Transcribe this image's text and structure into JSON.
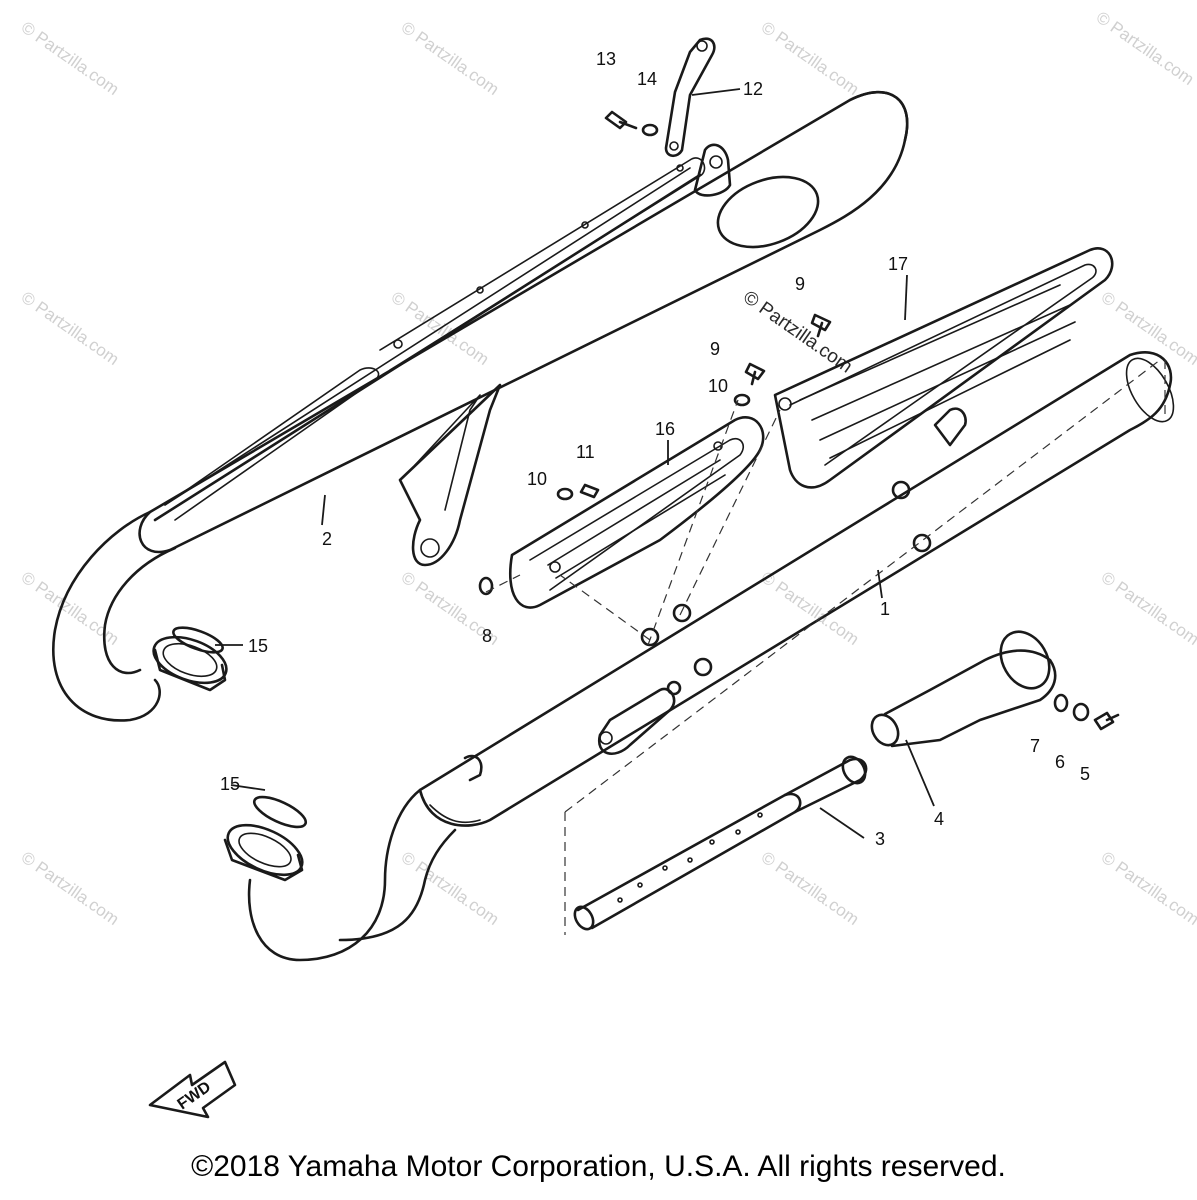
{
  "callouts": {
    "c1": "1",
    "c2": "2",
    "c3": "3",
    "c4": "4",
    "c5": "5",
    "c6": "6",
    "c7": "7",
    "c8": "8",
    "c9a": "9",
    "c9b": "9",
    "c10a": "10",
    "c10b": "10",
    "c11": "11",
    "c12": "12",
    "c13": "13",
    "c14": "14",
    "c15a": "15",
    "c15b": "15",
    "c16": "16",
    "c17": "17"
  },
  "fwd_label": "FWD",
  "watermark": "© Partzilla.com",
  "copyright": "©2018  Yamaha Motor Corporation, U.S.A. All rights reserved."
}
